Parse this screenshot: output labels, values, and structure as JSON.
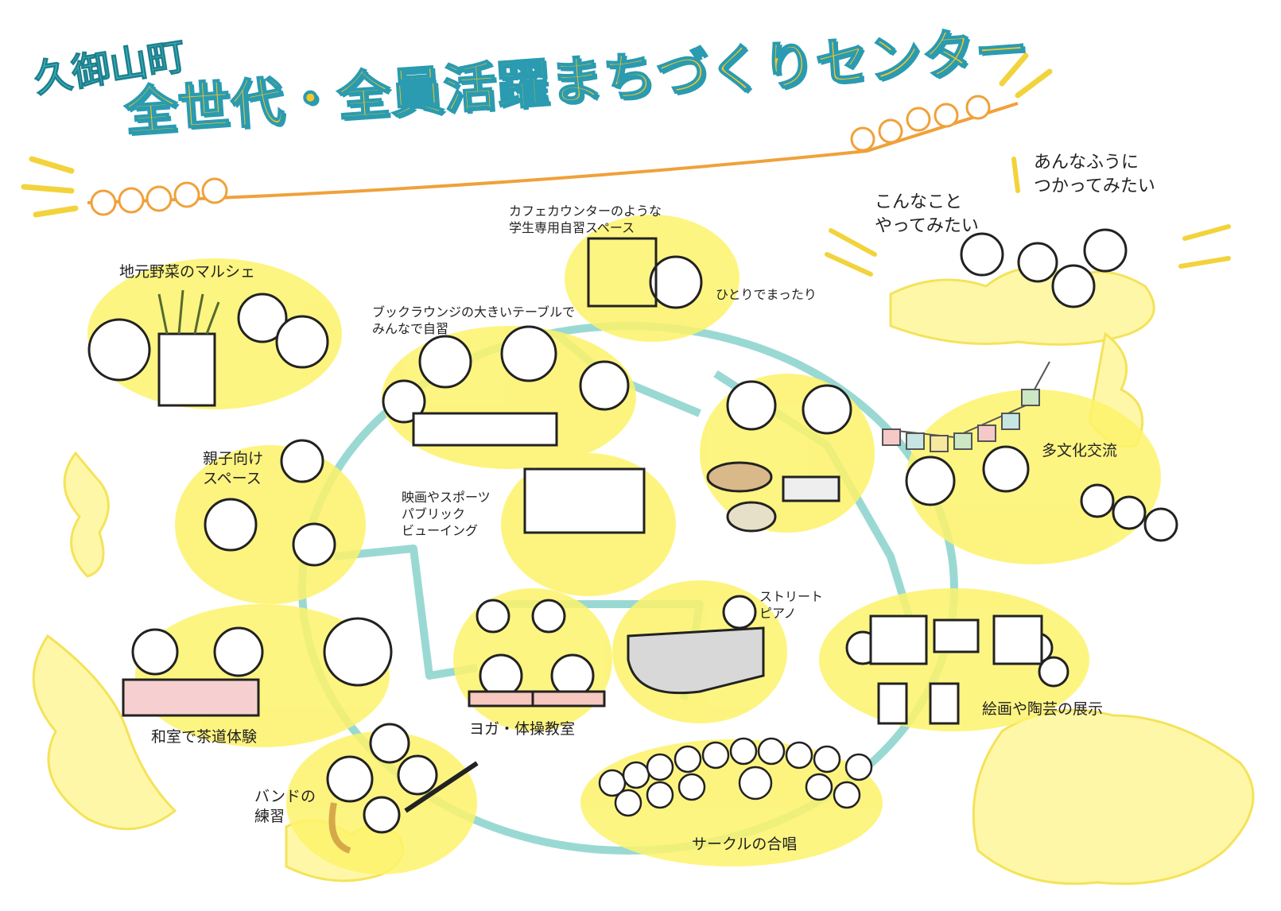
{
  "title": {
    "town": "久御山町",
    "main": "全世代・全員活躍まちづくりセンター"
  },
  "bubbles": {
    "try": "こんなこと\nやってみたい",
    "use": "あんなふうに\nつかってみたい"
  },
  "scenes": [
    {
      "id": "marche",
      "label": "地元野菜のマルシェ"
    },
    {
      "id": "cafe-counter",
      "label": "カフェカウンターのような\n学生専用自習スペース"
    },
    {
      "id": "alone",
      "label": "ひとりでまったり"
    },
    {
      "id": "book-lounge",
      "label": "ブックラウンジの大きいテーブルで\nみんなで自習"
    },
    {
      "id": "cooking",
      "label": ""
    },
    {
      "id": "multicultural",
      "label": "多文化交流"
    },
    {
      "id": "kids-space",
      "label": "親子向け\nスペース"
    },
    {
      "id": "public-viewing",
      "label": "映画やスポーツ\nパブリック\nビューイング"
    },
    {
      "id": "tea-ceremony",
      "label": "和室で茶道体験"
    },
    {
      "id": "yoga",
      "label": "ヨガ・体操教室"
    },
    {
      "id": "street-piano",
      "label": "ストリート\nピアノ"
    },
    {
      "id": "exhibition",
      "label": "絵画や陶芸の展示"
    },
    {
      "id": "band",
      "label": "バンドの\n練習"
    },
    {
      "id": "choir",
      "label": "サークルの合唱"
    }
  ],
  "colors": {
    "highlight": "#fdf36b",
    "building": "#9ad9d3",
    "title_fill": "#f7c626",
    "title_outline": "#2a9bb0",
    "title_town": "#3fb6c4",
    "banner_line": "#f0a13a",
    "ink": "#222222"
  }
}
